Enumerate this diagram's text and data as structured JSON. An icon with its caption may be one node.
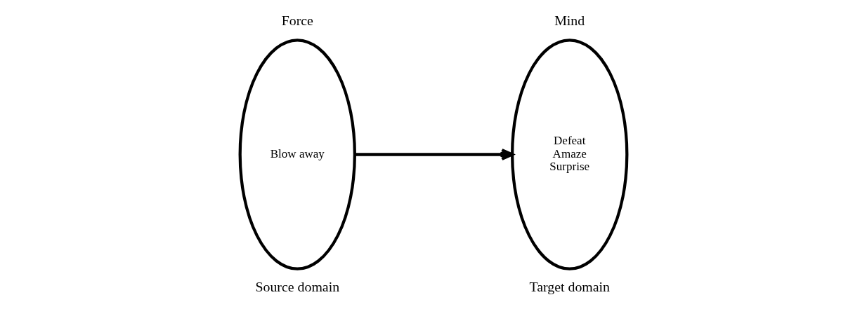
{
  "diagram": {
    "nodes": [
      {
        "text": [
          "Force",
          "Blow away"
        ],
        "beside": [
          "Source domain"
        ]
      },
      {
        "text": [
          "Mind",
          "Defeat",
          "Amaze",
          "Surprise"
        ],
        "beside": [
          "Target domain"
        ]
      }
    ],
    "edges": [
      {
        "from": 0,
        "to": 1,
        "arrow": "to"
      }
    ]
  }
}
